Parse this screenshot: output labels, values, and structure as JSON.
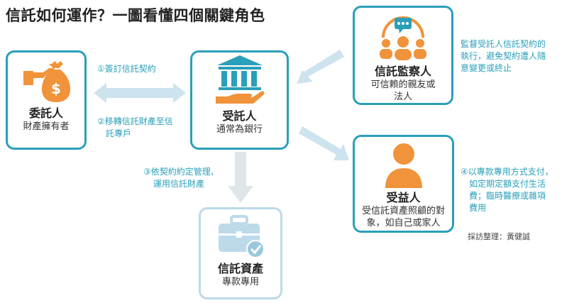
{
  "title": "信託如何運作？一圖看懂四個關鍵角色",
  "roles": {
    "settlor": {
      "name": "委託人",
      "desc": "財產擁有者",
      "icon": "money-bag-hand-icon"
    },
    "trustee": {
      "name": "受託人",
      "desc": "通常為銀行",
      "icon": "bank-hand-icon"
    },
    "supervisor": {
      "name": "信託監察人",
      "desc_line1": "可信賴的親友或",
      "desc_line2": "法人",
      "icon": "group-chat-icon"
    },
    "beneficiary": {
      "name": "受益人",
      "desc_line1": "受信託資產照顧的對",
      "desc_line2": "象，如自己或家人",
      "icon": "person-icon"
    },
    "asset": {
      "name": "信託資產",
      "desc": "專款專用",
      "icon": "briefcase-check-icon"
    }
  },
  "notes": {
    "step1": "①簽訂信託契約",
    "step2_line1": "②移轉信託財產至信",
    "step2_line2": "託專戶",
    "step3_line1": "③依契約約定管理、",
    "step3_line2": "運用信託財產",
    "step4_line1": "④以專款專用方式支付，",
    "step4_line2": "如定期定額支付生活",
    "step4_line3": "費；臨時醫療或雜項",
    "step4_line4": "費用",
    "supervise_line1": "監督受託人信託契約的",
    "supervise_line2": "執行，避免契約遭人隨",
    "supervise_line3": "意變更或終止"
  },
  "credit": "採訪整理：黃健誠",
  "colors": {
    "accent": "#2a9fba",
    "icon": "#f0933a",
    "arrow": "#cde3ee",
    "down_arrow": "#dfe6ea",
    "muted_card": "#bcdaea"
  }
}
